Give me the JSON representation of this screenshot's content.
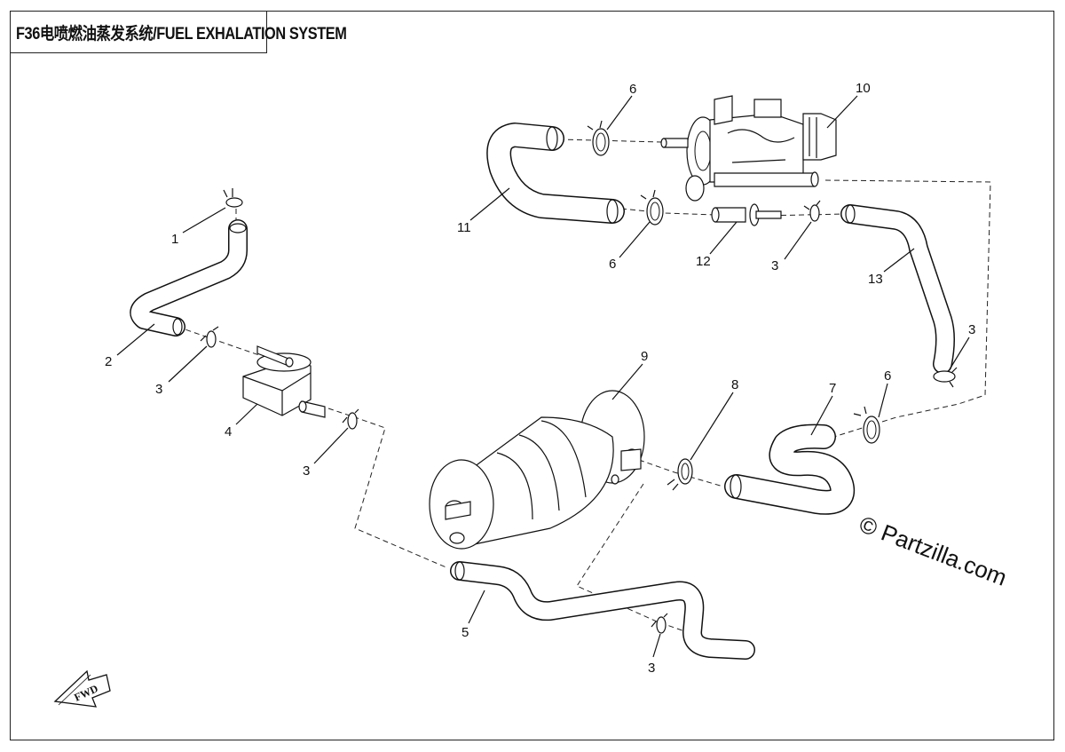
{
  "diagram": {
    "title": "F36电喷燃油蒸发系统/FUEL EXHALATION  SYSTEM",
    "watermark": "© Partzilla.com",
    "fwd": "FWD",
    "callouts": {
      "c1": "1",
      "c2": "2",
      "c3a": "3",
      "c4": "4",
      "c3b": "3",
      "c5": "5",
      "c3c": "3",
      "c9": "9",
      "c8": "8",
      "c7": "7",
      "c6a": "6",
      "c3d": "3",
      "c13": "13",
      "c3e": "3",
      "c12": "12",
      "c6b": "6",
      "c11": "11",
      "c6c": "6",
      "c10": "10"
    }
  }
}
